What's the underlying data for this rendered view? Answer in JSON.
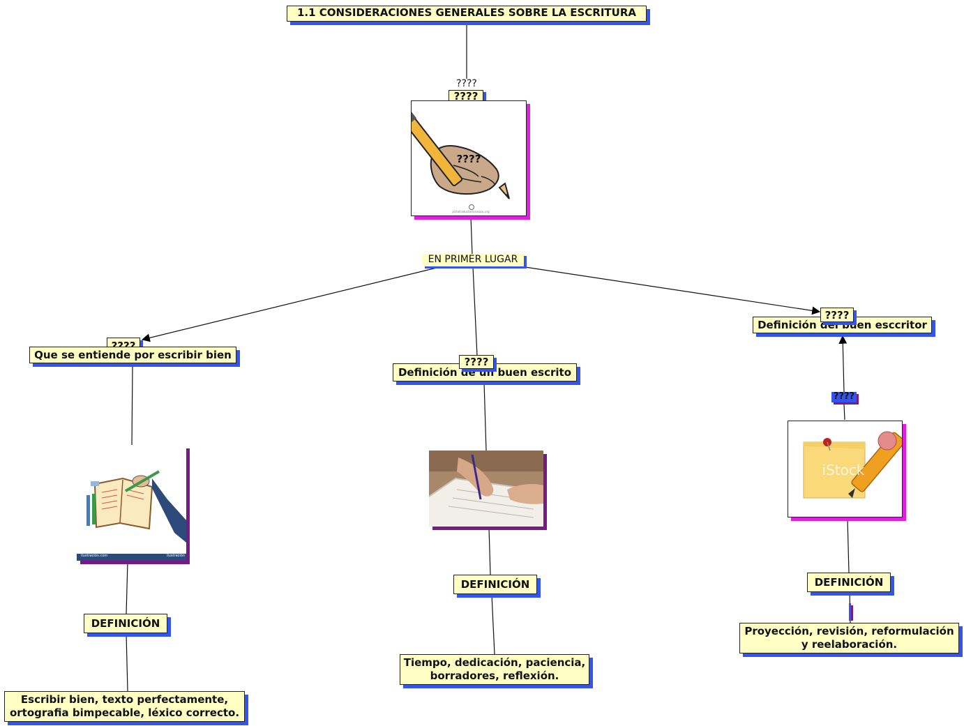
{
  "title": "1.1 CONSIDERACIONES GENERALES SOBRE LA ESCRITURA",
  "link_label_top": "????",
  "writing_hand_label": "????",
  "writing_hand_overlay": "????",
  "image_credit": "pictotraductor/arasaac.org",
  "link_label_first": "EN PRIMER LUGAR",
  "branches": {
    "left": {
      "tag": "????",
      "heading": "Que se entiende por escribir bien",
      "image_caption_left": "ilustración.com",
      "image_caption_right": "ilustración",
      "definition_label": "DEFINICIÓN",
      "definition_text": "Escribir bien, texto perfectamente, ortografia bimpecable, léxico correcto."
    },
    "center": {
      "tag": "????",
      "heading": "Definición de un buen escrito",
      "definition_label": "DEFINICIÓN",
      "definition_text": "Tiempo, dedicación, paciencia, borradores, reflexión."
    },
    "right": {
      "tag": "????",
      "heading": "Definición del buen esccritor",
      "link_tag": "????",
      "image_watermark": "iStock",
      "definition_label": "DEFINICIÓN",
      "definition_text": "Proyección, revisión, reformulación y reelaboración."
    }
  }
}
